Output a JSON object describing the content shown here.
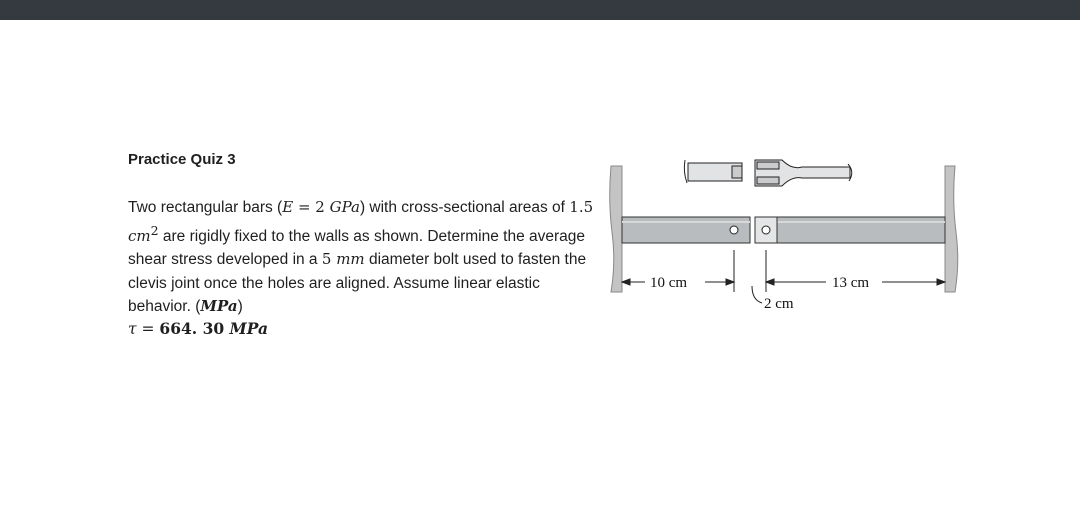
{
  "title": "Practice Quiz 3",
  "problem": {
    "t1": "Two rectangular bars (",
    "E_sym": "E",
    "eq1": " = 2 ",
    "G_unit": "GPa",
    "t2": ") with cross-sectional areas of ",
    "area_val": "1.5 ",
    "area_unit": "cm",
    "area_exp": "2",
    "t3": " are rigidly fixed to the walls as shown. Determine the average shear stress developed in a ",
    "bolt_val": "5 ",
    "bolt_unit": "mm",
    "t4": " diameter bolt used to fasten the clevis joint once the holes are aligned. Assume linear elastic behavior. (",
    "ans_unit": "MPa",
    "t5": ")"
  },
  "answer": {
    "tau": "τ",
    "eq": " = ",
    "value": "664. 30 ",
    "unit": "MPa"
  },
  "figure": {
    "dim_left": "10 cm",
    "dim_gap": "2 cm",
    "dim_right": "13 cm"
  },
  "colors": {
    "topbar": "#343a40",
    "bar_fill": "#b9bcbe",
    "wall_fill": "#c4c4c4"
  }
}
